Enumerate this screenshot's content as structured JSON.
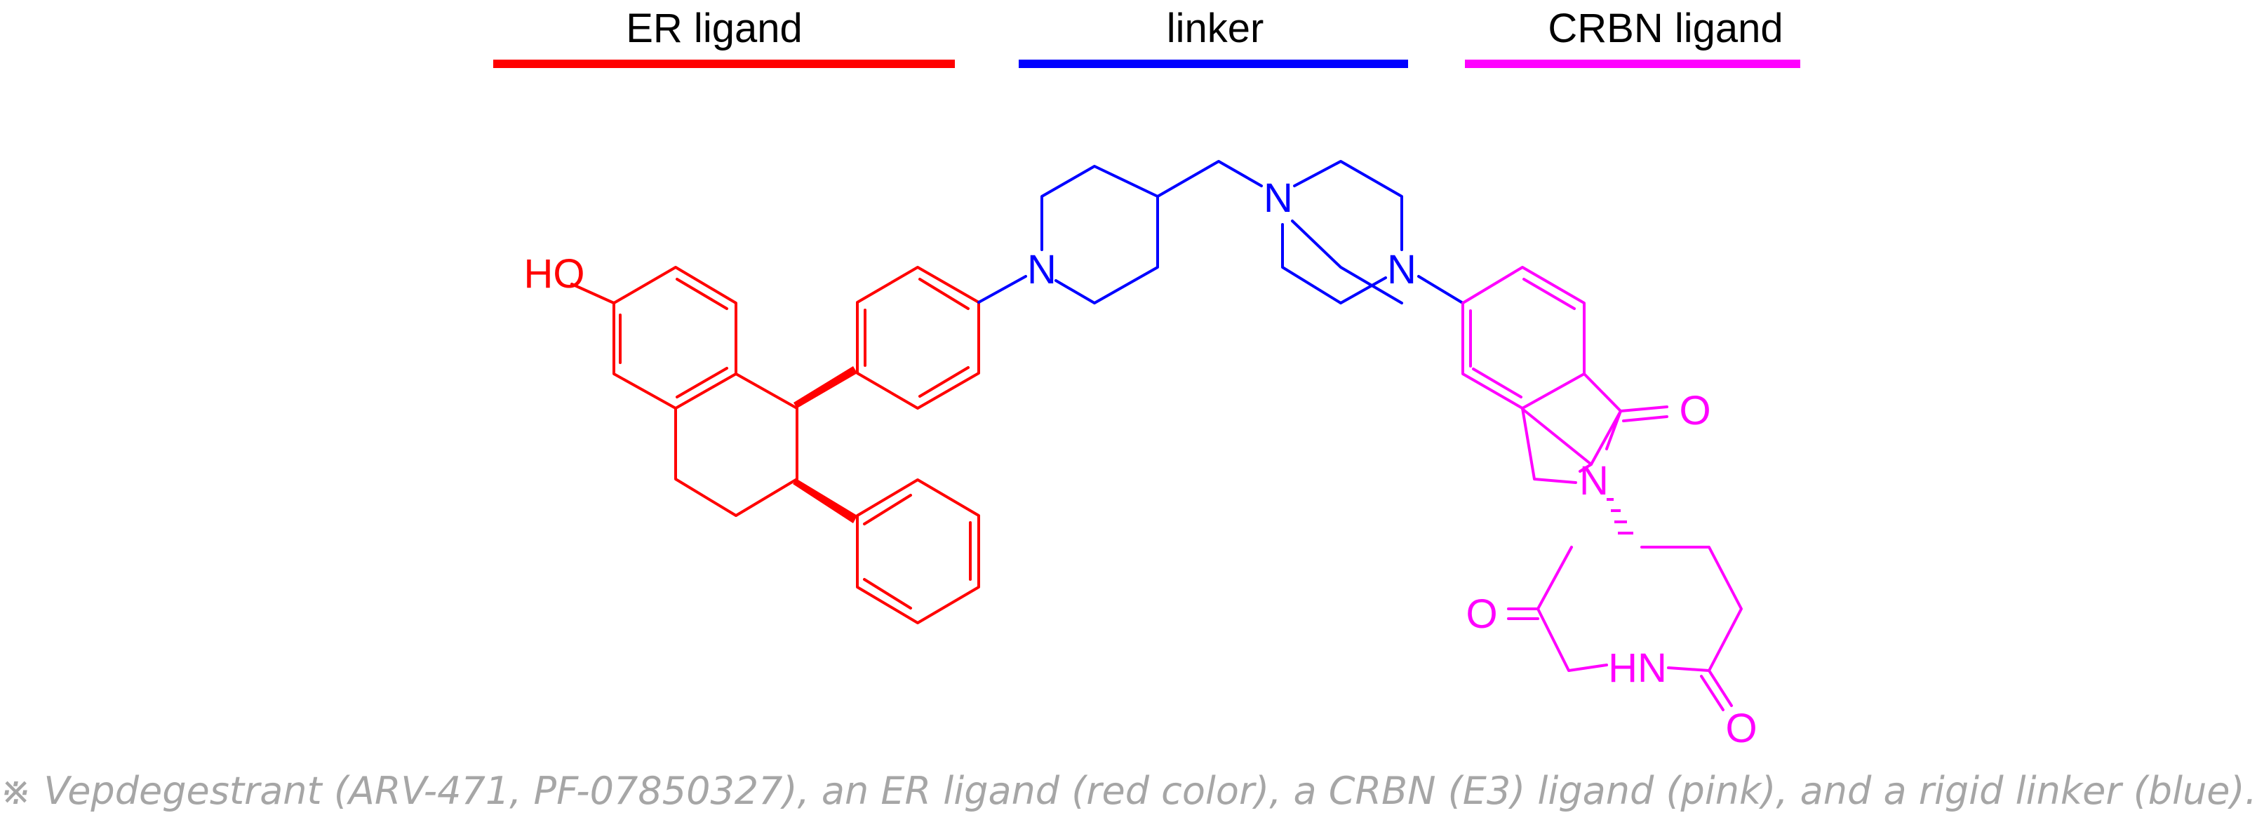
{
  "colors": {
    "er_ligand": "#ff0000",
    "linker": "#0000ff",
    "crbn_ligand": "#ff00ff",
    "caption": "#a6a6a6"
  },
  "legend": {
    "er_ligand": "ER ligand",
    "linker": "linker",
    "crbn_ligand": "CRBN ligand"
  },
  "atoms": {
    "hydroxyl": "HO",
    "piperidine_n": "N",
    "piperazine_n1": "N",
    "piperazine_n2": "N",
    "carbonyl_o1": "O",
    "isoindolinone_n": "N",
    "imide_nh": "HN",
    "carbonyl_o2": "O",
    "carbonyl_o3": "O"
  },
  "caption": "※ Vepdegestrant (ARV-471, PF-07850327), an ER ligand (red color), a CRBN (E3) ligand (pink), and a rigid linker (blue)."
}
